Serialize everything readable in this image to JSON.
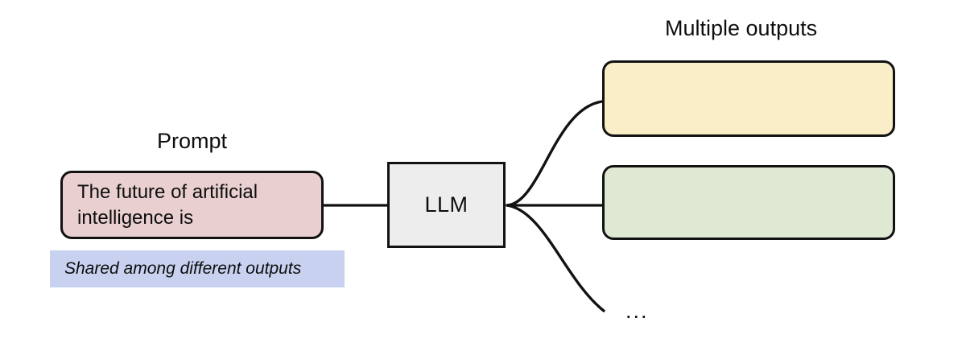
{
  "diagram": {
    "title_prompt": "Prompt",
    "title_outputs": "Multiple outputs",
    "prompt_text": "The future of artificial intelligence is",
    "shared_note": "Shared among different outputs",
    "model_label": "LLM",
    "ellipsis": "...",
    "outputs": [
      {
        "id": "output-1",
        "text": "",
        "color": "#faeec9"
      },
      {
        "id": "output-2",
        "text": "",
        "color": "#dee8d2"
      }
    ],
    "colors": {
      "prompt_fill": "#e9cfcf",
      "prompt_stroke": "#121212",
      "shared_fill": "#c8d2f0",
      "model_fill": "#ededed",
      "model_stroke": "#121212",
      "output_1_fill": "#faeec9",
      "output_2_fill": "#dee8d2",
      "connector_stroke": "#121212",
      "background": "#ffffff",
      "text": "#0d0d0d"
    },
    "connectors": [
      {
        "name": "prompt-to-llm",
        "kind": "straight",
        "from": "prompt-box",
        "to": "llm-box"
      },
      {
        "name": "llm-to-output-1",
        "kind": "curve",
        "from": "llm-box",
        "to": "output-box-1"
      },
      {
        "name": "llm-to-output-2",
        "kind": "straight",
        "from": "llm-box",
        "to": "output-box-2"
      },
      {
        "name": "llm-to-ellipsis",
        "kind": "curve",
        "from": "llm-box",
        "to": "ellipsis"
      }
    ]
  }
}
